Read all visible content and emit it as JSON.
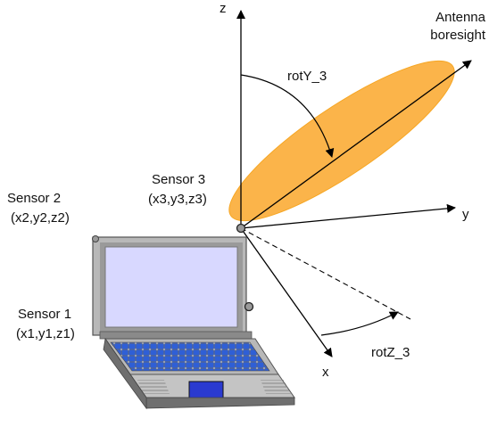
{
  "colors": {
    "lobe": "#fbb040",
    "lobe_edge": "#f6a623",
    "screen": "#d8d8ff",
    "keys": "#2f5fd6",
    "touchpad": "#2a3ad0",
    "laptop_body": "#b8b8b8",
    "laptop_dark": "#6f6f6f"
  },
  "axes": {
    "z_label": "z",
    "y_label": "y",
    "x_label": "x"
  },
  "labels": {
    "antenna_line1": "Antenna",
    "antenna_line2": "boresight",
    "rot_y": "rotY_3",
    "rot_z": "rotZ_3",
    "sensor3_name": "Sensor 3",
    "sensor3_coords": "(x3,y3,z3)",
    "sensor2_name": "Sensor 2",
    "sensor2_coords": "(x2,y2,z2)",
    "sensor1_name": "Sensor 1",
    "sensor1_coords": "(x1,y1,z1)"
  },
  "icons": {
    "laptop": "laptop-icon",
    "sensor_marker": "sensor-dot-icon"
  }
}
